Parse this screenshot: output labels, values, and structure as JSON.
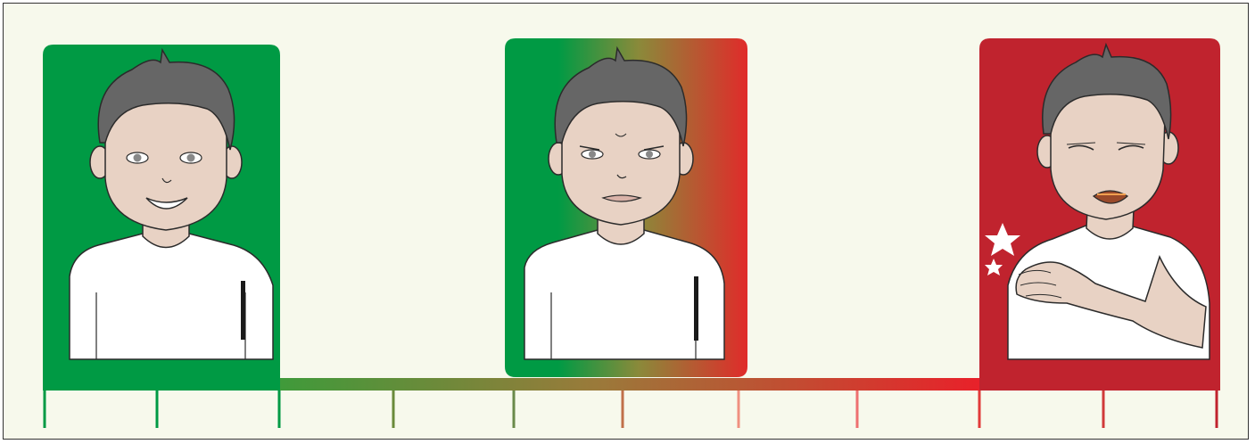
{
  "figure": {
    "panels": [
      {
        "id": "no-pain",
        "mood": "smiling",
        "color": "#009a44"
      },
      {
        "id": "moderate-pain",
        "mood": "grimacing",
        "color_start": "#009a44",
        "color_end": "#d52b2b"
      },
      {
        "id": "severe-pain",
        "mood": "crying-holding-shoulder",
        "color": "#c0232e"
      }
    ],
    "scale": {
      "tick_count": 11,
      "gradient_start": "#009a44",
      "gradient_end": "#e8212a"
    }
  }
}
